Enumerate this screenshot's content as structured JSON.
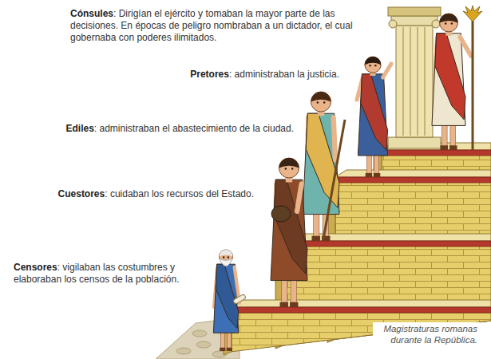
{
  "diagram": {
    "caption": "Magistraturas romanas durante la República.",
    "labels": [
      "Cónsules",
      ": Dirigían el ejército y tomaban la mayor parte de las decisiones. En épocas de peligro nombraban a un dictador, el cual gobernaba con poderes ilimitados.",
      "Pretores",
      ": administraban la justicia.",
      "Ediles",
      ": administraban el abastecimiento de la ciudad.",
      "Cuestores",
      ": cuidaban los recursos del Estado.",
      "Censores",
      ": vigilaban las costumbres y elaboraban los censos de la población."
    ]
  }
}
